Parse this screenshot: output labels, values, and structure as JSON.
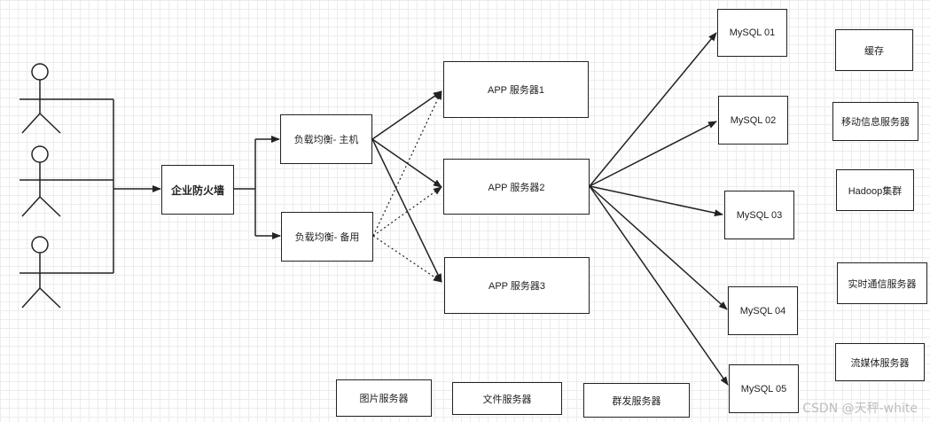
{
  "nodes": {
    "firewall": "企业防火墙",
    "lb_main": "负载均衡- 主机",
    "lb_backup": "负载均衡- 备用",
    "app1": "APP 服务器1",
    "app2": "APP 服务器2",
    "app3": "APP 服务器3",
    "mysql1": "MySQL 01",
    "mysql2": "MySQL 02",
    "mysql3": "MySQL 03",
    "mysql4": "MySQL 04",
    "mysql5": "MySQL 05",
    "cache": "缓存",
    "mobile": "移动信息服务器",
    "hadoop": "Hadoop集群",
    "realtime": "实时通信服务器",
    "streaming": "流媒体服务器",
    "image": "图片服务器",
    "file": "文件服务器",
    "mass": "群发服务器"
  },
  "watermark": "CSDN @天秤-white"
}
